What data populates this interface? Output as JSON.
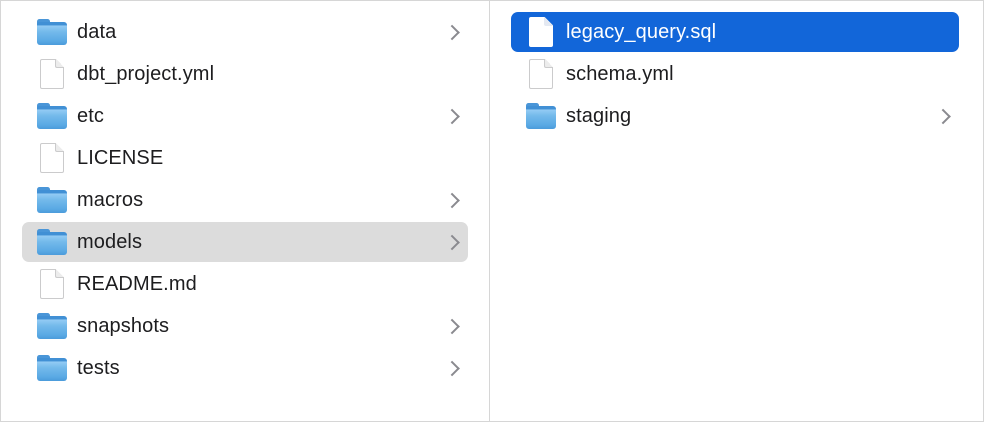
{
  "window": {
    "name": "finder-column-browser"
  },
  "colors": {
    "selection_blue": "#1266d9",
    "selection_gray": "#dcdcdc",
    "divider": "#d6d6d6",
    "text": "#1d1d1f",
    "selected_text": "#ffffff",
    "chevron": "#8a8a8f",
    "folder_blue": "#5aa9e4"
  },
  "icons": {
    "folder": "folder-icon",
    "file": "document-icon",
    "chevron": "chevron-right-icon"
  },
  "columns": [
    {
      "name": "column-1",
      "items": [
        {
          "label": "data",
          "type": "folder",
          "chevron": true,
          "selected": "none"
        },
        {
          "label": "dbt_project.yml",
          "type": "file",
          "chevron": false,
          "selected": "none"
        },
        {
          "label": "etc",
          "type": "folder",
          "chevron": true,
          "selected": "none"
        },
        {
          "label": "LICENSE",
          "type": "file",
          "chevron": false,
          "selected": "none"
        },
        {
          "label": "macros",
          "type": "folder",
          "chevron": true,
          "selected": "none"
        },
        {
          "label": "models",
          "type": "folder",
          "chevron": true,
          "selected": "gray"
        },
        {
          "label": "README.md",
          "type": "file",
          "chevron": false,
          "selected": "none"
        },
        {
          "label": "snapshots",
          "type": "folder",
          "chevron": true,
          "selected": "none"
        },
        {
          "label": "tests",
          "type": "folder",
          "chevron": true,
          "selected": "none"
        }
      ]
    },
    {
      "name": "column-2",
      "items": [
        {
          "label": "legacy_query.sql",
          "type": "file",
          "chevron": false,
          "selected": "blue"
        },
        {
          "label": "schema.yml",
          "type": "file",
          "chevron": false,
          "selected": "none"
        },
        {
          "label": "staging",
          "type": "folder",
          "chevron": true,
          "selected": "none"
        }
      ]
    }
  ]
}
